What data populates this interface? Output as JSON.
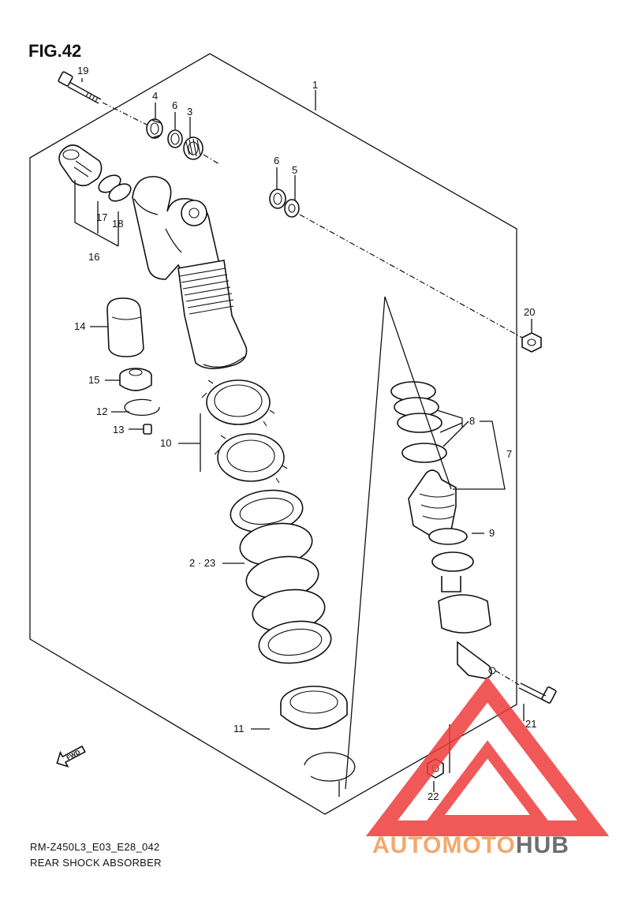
{
  "figure": {
    "title": "FIG.42",
    "model_code": "RM-Z450L3_E03_E28_042",
    "caption": "REAR SHOCK ABSORBER",
    "fwd_label": "FWD"
  },
  "callouts": [
    {
      "id": "1",
      "text": "1"
    },
    {
      "id": "2-23",
      "text": "2 · 23"
    },
    {
      "id": "3",
      "text": "3"
    },
    {
      "id": "4",
      "text": "4"
    },
    {
      "id": "5",
      "text": "5"
    },
    {
      "id": "6a",
      "text": "6"
    },
    {
      "id": "6b",
      "text": "6"
    },
    {
      "id": "7",
      "text": "7"
    },
    {
      "id": "8",
      "text": "8"
    },
    {
      "id": "9",
      "text": "9"
    },
    {
      "id": "10",
      "text": "10"
    },
    {
      "id": "11",
      "text": "11"
    },
    {
      "id": "12",
      "text": "12"
    },
    {
      "id": "13",
      "text": "13"
    },
    {
      "id": "14",
      "text": "14"
    },
    {
      "id": "15",
      "text": "15"
    },
    {
      "id": "16",
      "text": "16"
    },
    {
      "id": "17",
      "text": "17"
    },
    {
      "id": "18",
      "text": "18"
    },
    {
      "id": "19",
      "text": "19"
    },
    {
      "id": "20",
      "text": "20"
    },
    {
      "id": "21",
      "text": "21"
    },
    {
      "id": "22",
      "text": "22"
    }
  ],
  "watermark": {
    "brand_part1": "AUTOMOTO",
    "brand_part2": "HUB",
    "color_primary": "#f39a54",
    "color_secondary": "#ef3b3b",
    "color_dark": "#555555"
  }
}
